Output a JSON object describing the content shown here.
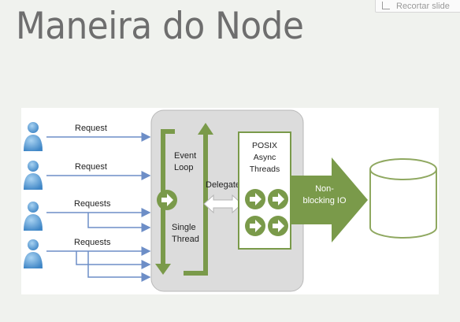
{
  "slide": {
    "title": "Maneira do Node",
    "clip_button_label": "Recortar slide"
  },
  "diagram": {
    "requests": [
      "Request",
      "Request",
      "Requests",
      "Requests"
    ],
    "event_loop": [
      "Event",
      "Loop"
    ],
    "single_thread": [
      "Single",
      "Thread"
    ],
    "delegate": "Delegate",
    "posix": [
      "POSIX",
      "Async",
      "Threads"
    ],
    "non_blocking": [
      "Non-",
      "blocking IO"
    ]
  },
  "colors": {
    "green": "#7a9a4a",
    "blue_line": "#6d8ec7",
    "panel": "#dcdcdc",
    "user_icon": "#5aa0d8"
  }
}
